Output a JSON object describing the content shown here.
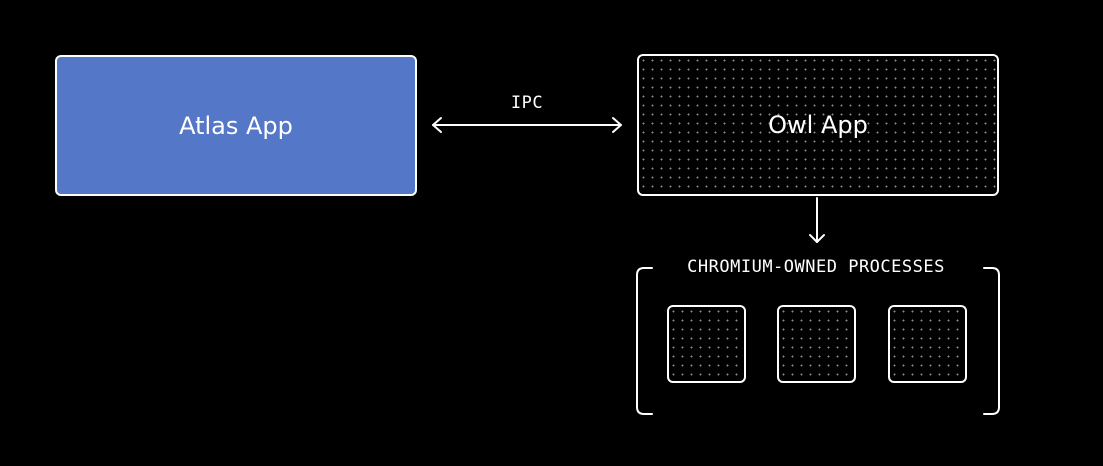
{
  "nodes": {
    "atlas": {
      "label": "Atlas App",
      "fill": "#5577c7"
    },
    "owl": {
      "label": "Owl App"
    }
  },
  "edges": {
    "ipc": {
      "label": "IPC"
    }
  },
  "group": {
    "label": "CHROMIUM-OWNED PROCESSES",
    "process_count": 3
  },
  "colors": {
    "background": "#000000",
    "stroke": "#ffffff",
    "atlas_fill": "#5577c7"
  }
}
